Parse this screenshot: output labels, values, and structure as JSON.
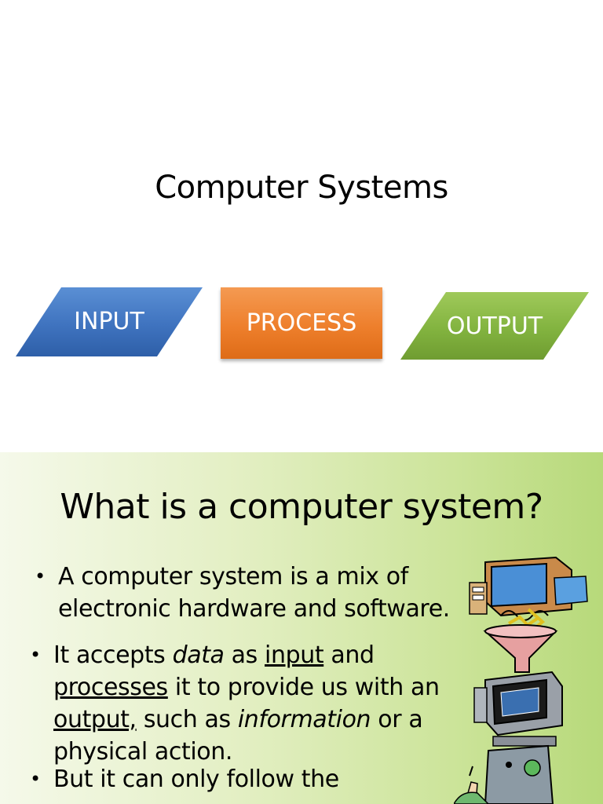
{
  "slide1": {
    "title": "Computer Systems",
    "steps": [
      {
        "label": "INPUT",
        "color": "#3f73bf"
      },
      {
        "label": "PROCESS",
        "color": "#ee7f2c"
      },
      {
        "label": "OUTPUT",
        "color": "#82b33f"
      }
    ]
  },
  "slide2": {
    "title": "What is a computer system?",
    "bullet1": {
      "line1": "A computer system is a mix of",
      "line2": "electronic hardware and software."
    },
    "bullet2": {
      "p1": "It accepts ",
      "data": "data",
      "p2": " as ",
      "input": "input",
      "p3": " and",
      "processes": "processes",
      "p4": " it to provide us with an",
      "output": "output,",
      "p5": " such as ",
      "information": "information",
      "p6": " or a",
      "p7": "physical action."
    },
    "bullet3": {
      "line1": "But it can only follow the"
    },
    "bullet_glyph": "•",
    "clipart_icon": "computer-stack-clipart-icon"
  }
}
